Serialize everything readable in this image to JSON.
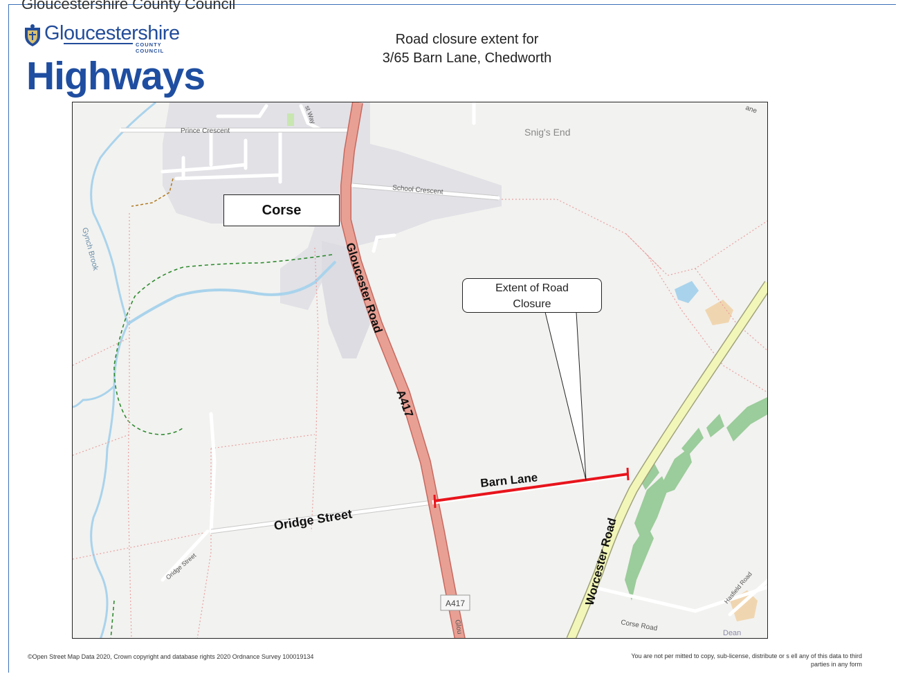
{
  "header": {
    "top_text": "Gloucestershire County Council",
    "org_name": "Gloucestershire",
    "org_sub": "COUNTY COUNCIL",
    "department": "Highways",
    "title_line1": "Road closure extent for",
    "title_line2": "3/65 Barn Lane, Chedworth"
  },
  "map": {
    "place_name": "Corse",
    "callout_line1": "Extent of Road",
    "callout_line2": "Closure",
    "labels": {
      "prince_crescent": "Prince Crescent",
      "school_crescent": "School Crescent",
      "snigs_end": "Snig's End",
      "gynch_brook": "Gynch Brook",
      "gloucester_road": "Gloucester Road",
      "a417": "A417",
      "a417_shield": "A417",
      "barn_lane": "Barn Lane",
      "oridge_street": "Oridge Street",
      "oridge_street_small": "Oridge Street",
      "worcester_road": "Worcester Road",
      "corse_road": "Corse Road",
      "hasfield_road": "Hasfield Road",
      "dean": "Dean",
      "lane_fragment": "ane",
      "glou_fragment": "Glou",
      "way_fragment": "st Way"
    },
    "colors": {
      "closure": "#e8141c",
      "a_road": "#e9a094",
      "b_road": "#f2f6b8",
      "water": "#a9d3ec",
      "woodland": "#9bcc9b",
      "path_green": "#2f8a2f",
      "boundary": "#e8a0a0"
    }
  },
  "footer": {
    "copyright": "©Open Street Map Data 2020, Crown copyright and database rights 2020 Ordnance Survey 100019134",
    "notice_line1": "You are not per mitted to copy, sub-license, distribute or s ell any of this data to third",
    "notice_line2": "parties in any form"
  }
}
